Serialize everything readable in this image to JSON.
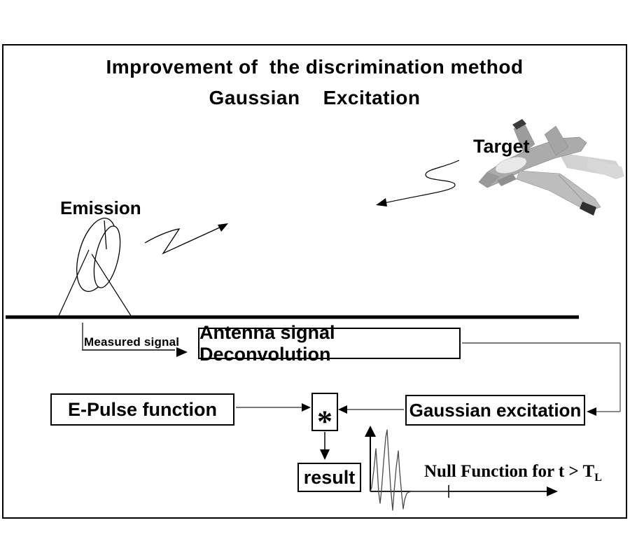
{
  "title": {
    "line1": "Improvement of  the discrimination method",
    "line2": "Gaussian    Excitation"
  },
  "scene": {
    "emission_label": "Emission",
    "target_label": "Target",
    "measured_signal_label": "Measured signal"
  },
  "flow": {
    "deconvolution_box_label": "Antenna signal Deconvolution",
    "epulse_box_label": "E-Pulse function",
    "gaussian_box_label": "Gaussian excitation",
    "convolution_operator": "*",
    "result_box_label": "result",
    "null_function_text": "Null Function for t > T",
    "null_function_sub": "L"
  },
  "graphics": {
    "antenna_icon": "radar-dish-antenna",
    "target_icon": "fighter-jet",
    "emission_arrow": "zigzag-propagation-arrow",
    "return_arrow": "scattered-return-arrow",
    "waveform_icon": "damped-oscillation-then-null-signal",
    "ground": "ground-line"
  },
  "colors": {
    "ink": "#000000",
    "background": "#ffffff",
    "connector_gray": "#7a7a7a",
    "jet_light": "#d2d2d2",
    "jet_mid": "#ababab",
    "jet_dark": "#3a3a3a"
  }
}
